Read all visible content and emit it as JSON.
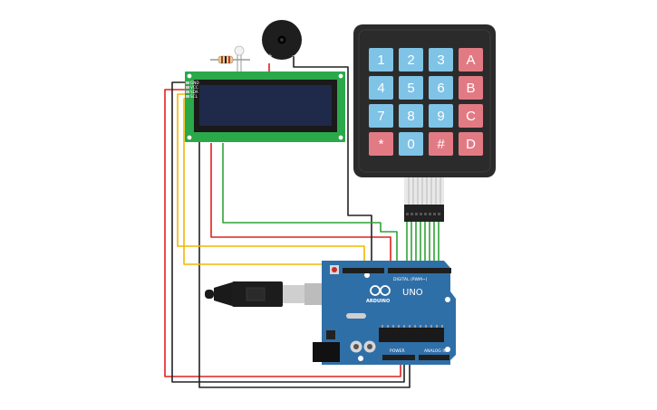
{
  "colors": {
    "background": "#ffffff",
    "wire_red": "#e02020",
    "wire_black": "#222222",
    "wire_green": "#2fa336",
    "wire_yellow": "#f2b800",
    "arduino_board": "#2f6fa8",
    "lcd_pcb": "#2aa84a",
    "lcd_screen": "#1f2a4a",
    "keypad_body": "#2b2b2b",
    "key_blue": "#7fc3e6",
    "key_red": "#e27a84"
  },
  "keypad": {
    "rows": [
      [
        "1",
        "2",
        "3",
        "A"
      ],
      [
        "4",
        "5",
        "6",
        "B"
      ],
      [
        "7",
        "8",
        "9",
        "C"
      ],
      [
        "*",
        "0",
        "#",
        "D"
      ]
    ]
  },
  "arduino": {
    "model": "UNO",
    "brand": "ARDUINO",
    "digital_label": "DIGITAL (PWM~)",
    "power_label": "POWER",
    "analog_label": "ANALOG IN"
  },
  "lcd": {
    "pin_labels": [
      "GND",
      "VCC",
      "SDA",
      "SCL"
    ]
  },
  "buzzer": {
    "minus_label": "−",
    "plus_label": "+"
  }
}
